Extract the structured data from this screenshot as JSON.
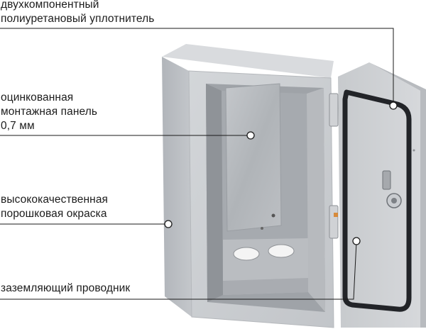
{
  "callouts": {
    "sealant": {
      "lines": [
        "двухкомпонентный",
        "полиуретановый уплотнитель"
      ]
    },
    "mounting_panel": {
      "lines": [
        "оцинкованная",
        "монтажная панель",
        "0,7 мм"
      ]
    },
    "paint": {
      "lines": [
        "высококачественная",
        "порошковая окраска"
      ]
    },
    "grounding": {
      "lines": [
        "заземляющий проводник"
      ]
    }
  },
  "colors": {
    "cabinet": "#c9ccd0",
    "cabinet_side": "#b4b8bd",
    "interior": "#a9adb2",
    "panel": "#b9bcc0",
    "seal": "#222428",
    "leader": "#1a1a1a"
  }
}
